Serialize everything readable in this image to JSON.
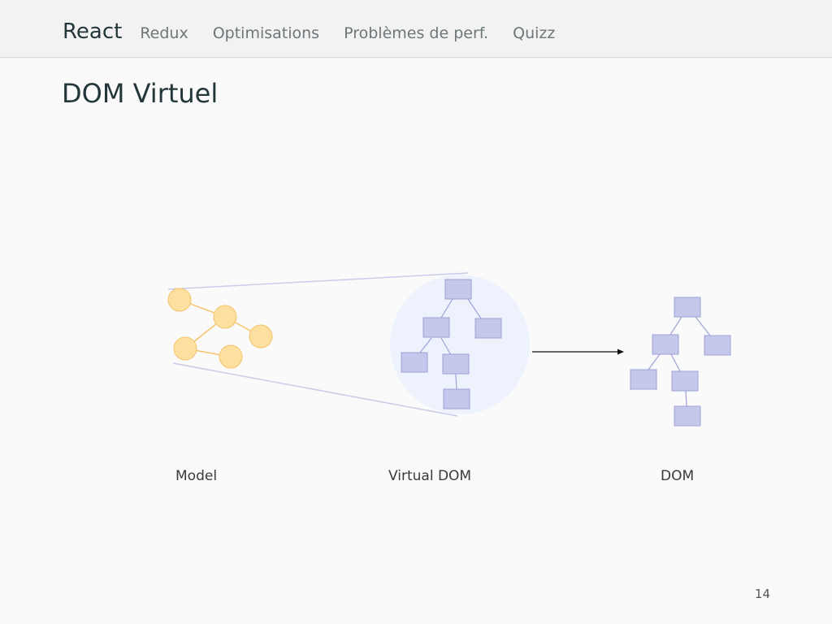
{
  "nav": {
    "active": "React",
    "items": [
      "Redux",
      "Optimisations",
      "Problèmes de perf.",
      "Quizz"
    ]
  },
  "slide": {
    "title": "DOM Virtuel",
    "page_number": "14"
  },
  "diagram": {
    "labels": {
      "model": "Model",
      "virtual_dom": "Virtual DOM",
      "dom": "DOM"
    },
    "colors": {
      "model_node_fill": "#fddfa0",
      "model_node_stroke": "#f5c46b",
      "model_edge": "#f5c46b",
      "dom_node_fill": "#c5c8ea",
      "dom_node_stroke": "#9da3d8",
      "dom_edge": "#9da3d8",
      "magnifier_fill": "#eef2fc",
      "lens_line": "#c9cbea",
      "arrow": "#111111"
    }
  }
}
